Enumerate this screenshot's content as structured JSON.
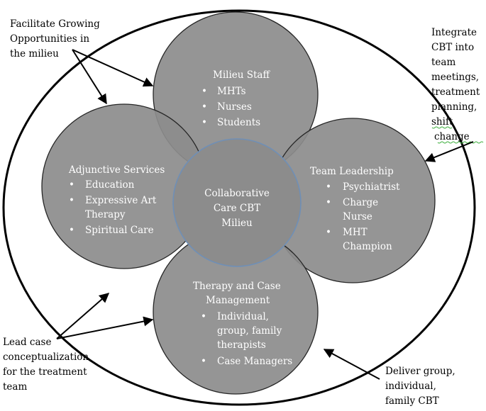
{
  "annotations": {
    "top_left": [
      "Facilitate Growing",
      "Opportunities in",
      "the milieu"
    ],
    "top_right": [
      "Integrate",
      "CBT into",
      "team",
      "meetings,",
      "treatment",
      "planning,",
      "shift",
      " change"
    ],
    "bottom_left": [
      "Lead case",
      "conceptualization",
      "for the treatment",
      "team"
    ],
    "bottom_right": [
      "Deliver group,",
      "individual,",
      "family CBT"
    ]
  },
  "circles": {
    "top": {
      "title": "Milieu Staff",
      "bullets": [
        "MHTs",
        "Nurses",
        "Students"
      ]
    },
    "left": {
      "title": "Adjunctive Services",
      "bullets": [
        [
          "Education"
        ],
        [
          "Expressive Art",
          "Therapy"
        ],
        [
          "Spiritual Care"
        ]
      ]
    },
    "right": {
      "title": "Team Leadership",
      "bullets": [
        [
          "Psychiatrist"
        ],
        [
          "Charge",
          "Nurse"
        ],
        [
          "MHT",
          "Champion"
        ]
      ]
    },
    "bottom": {
      "title": [
        "Therapy and Case",
        "Management"
      ],
      "bullets": [
        [
          "Individual,",
          "group, family",
          "therapists"
        ],
        [
          "Case Managers"
        ]
      ]
    },
    "center": {
      "label": [
        "Collaborative",
        "Care CBT",
        "Milieu"
      ]
    }
  },
  "colors": {
    "circle_fill": "#8c8c8c",
    "circle_stroke": "#262626",
    "center_stroke": "#6f8fb6",
    "spell_underline": "#3cae3c"
  }
}
